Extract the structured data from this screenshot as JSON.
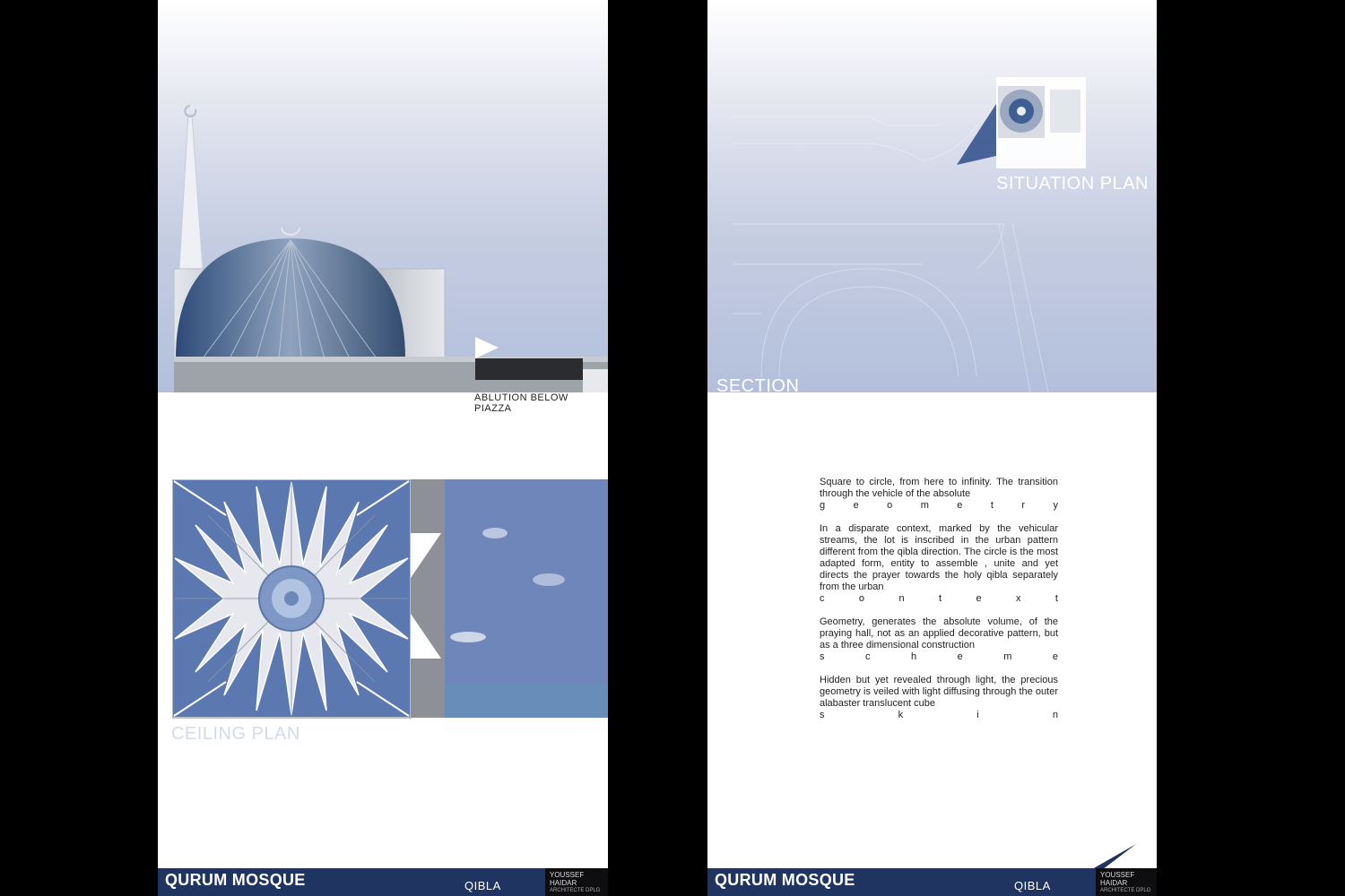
{
  "left_panel": {
    "section_caption": "ABLUTION BELOW PIAZZA",
    "ceiling_caption": "CEILING PLAN",
    "footer": {
      "title": "QURUM MOSQUE",
      "logo": "QIBLA",
      "author_line1": "YOUSSEF",
      "author_line2": "HAIDAR",
      "author_line3": "ARCHITECTE DPLG"
    }
  },
  "right_panel": {
    "situation_caption": "SITUATION PLAN",
    "section_caption": "SECTION",
    "essay": {
      "p1": "Square to circle, from here to infinity. The transition through the vehicle of the absolute",
      "p1_last": "geometry",
      "p2": "In a disparate context, marked by the vehicular streams, the lot is inscribed in the urban pattern different from the qibla direction. The circle is the most adapted form, entity to assemble , unite and yet directs the prayer towards the holy qibla separately from the urban",
      "p2_last": "context",
      "p3": "Geometry, generates the absolute volume, of the praying hall, not as an applied decorative pattern, but as a three dimensional construction",
      "p3_last": "scheme",
      "p4": "Hidden but yet revealed through light, the precious geometry is veiled with light diffusing through the outer alabaster translucent cube",
      "p4_last": "skin"
    },
    "footer": {
      "title": "QURUM MOSQUE",
      "logo": "QIBLA",
      "author_line1": "YOUSSEF",
      "author_line2": "HAIDAR",
      "author_line3": "ARCHITECTE DPLG"
    }
  },
  "colors": {
    "footer_bar": "#1f3461",
    "sky_bottom": "#b3bfdb",
    "ceiling_blue": "#5b78b0",
    "sky_panel": "#6f86bb"
  }
}
